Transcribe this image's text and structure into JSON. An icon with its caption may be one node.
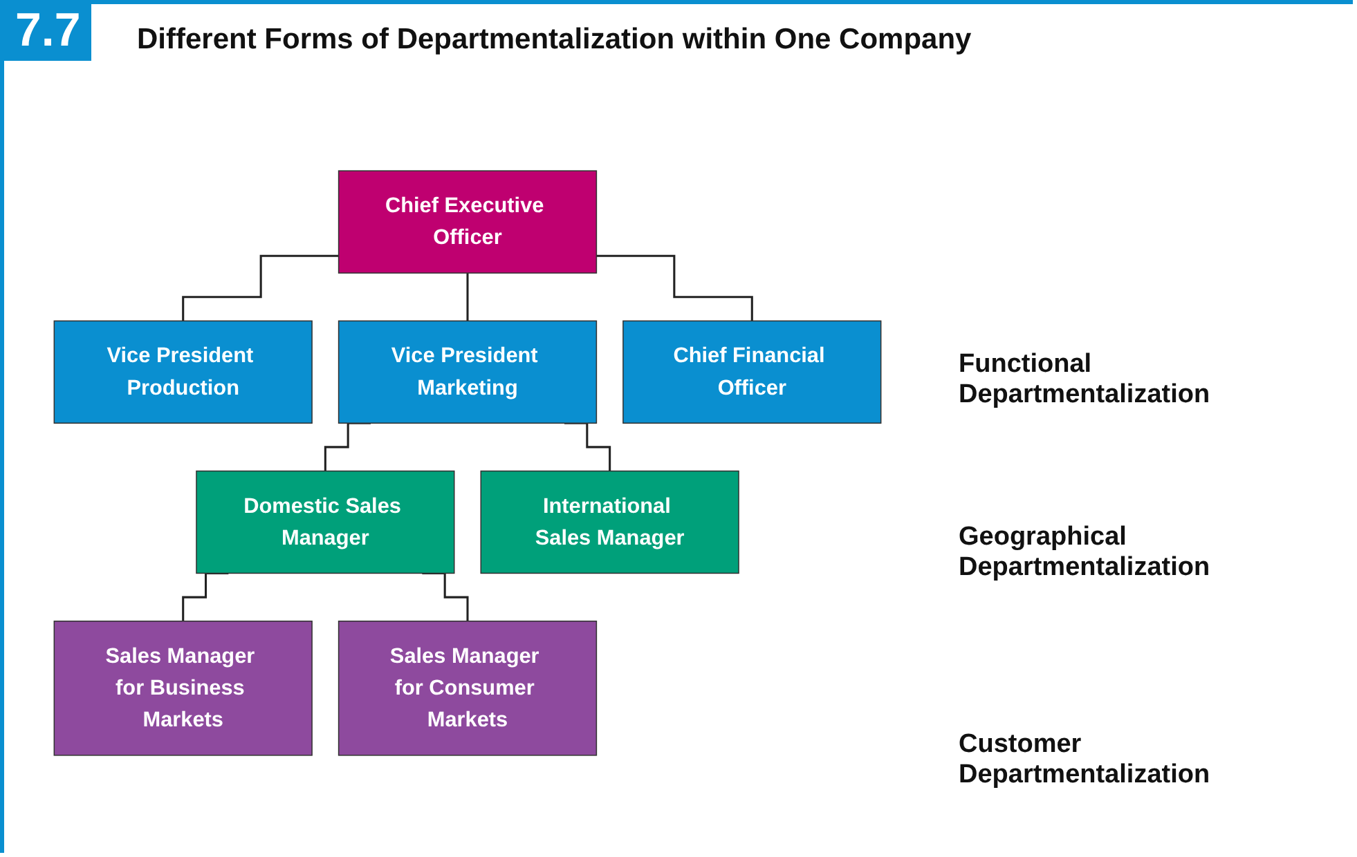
{
  "diagram": {
    "title": "Different Forms of Departmentalization within One Company",
    "nodes": [
      {
        "text": [
          "Chief Executive Officer"
        ]
      },
      {
        "text": [
          "Vice President Production"
        ]
      },
      {
        "text": [
          "Vice President Marketing"
        ]
      },
      {
        "text": [
          "Chief Financial Officer"
        ]
      },
      {
        "text": [
          "Domestic Sales Manager"
        ]
      },
      {
        "text": [
          "International Sales Manager"
        ]
      },
      {
        "text": [
          "Sales Manager for Business Markets"
        ]
      },
      {
        "text": [
          "Sales Manager for Consumer Markets"
        ]
      }
    ],
    "edges": [
      {
        "from": 0,
        "to": 1,
        "arrow": "none"
      },
      {
        "from": 0,
        "to": 2,
        "arrow": "none"
      },
      {
        "from": 0,
        "to": 3,
        "arrow": "none"
      },
      {
        "from": 2,
        "to": 4,
        "arrow": "none"
      },
      {
        "from": 2,
        "to": 5,
        "arrow": "none"
      },
      {
        "from": 4,
        "to": 6,
        "arrow": "none"
      },
      {
        "from": 4,
        "to": 7,
        "arrow": "none"
      }
    ],
    "labels": [
      "7.7",
      "Functional Departmentalization",
      "Geographical Departmentalization",
      "Customer Departmentalization"
    ]
  }
}
